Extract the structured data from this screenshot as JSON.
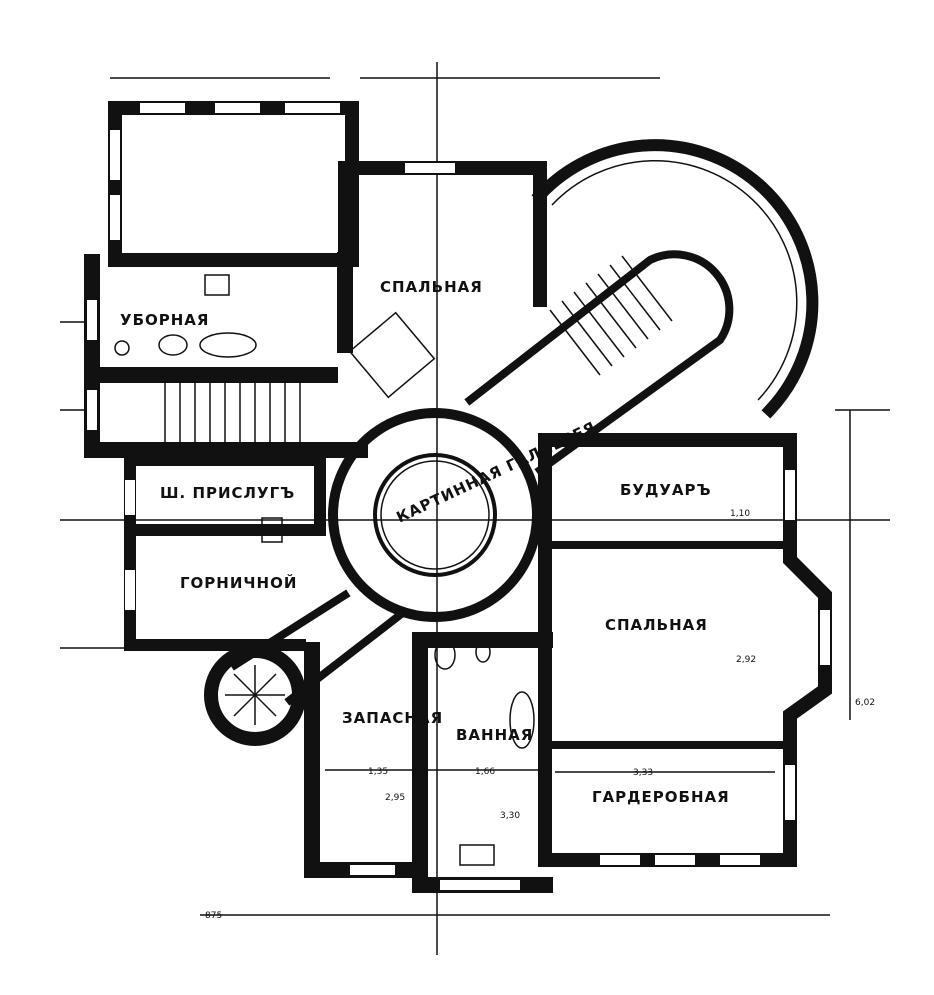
{
  "rooms": {
    "bedroom_top": "СПАЛЬНАЯ",
    "lavatory": "УБОРНАЯ",
    "gallery": "КАРТИННАЯ ГАЛЛЕРЕЯ",
    "boudoir": "БУДУАРЪ",
    "servants": "Ш. ПРИСЛУГЪ",
    "maid": "ГОРНИЧНОЙ",
    "bedroom_right": "СПАЛЬНАЯ",
    "spare": "ЗАПАСНАЯ",
    "bathroom": "ВАННАЯ",
    "wardrobe": "ГАРДЕРОБНАЯ"
  },
  "dimensions": {
    "boudoir_width": "1,10",
    "bedroom_height": "2,92",
    "wardrobe_width": "3,33",
    "spare_width": "1,35",
    "bath_width": "1,66",
    "spare_height": "2,95",
    "bath_height": "3,30",
    "bottom_left": "875",
    "right_total": "6,02"
  }
}
